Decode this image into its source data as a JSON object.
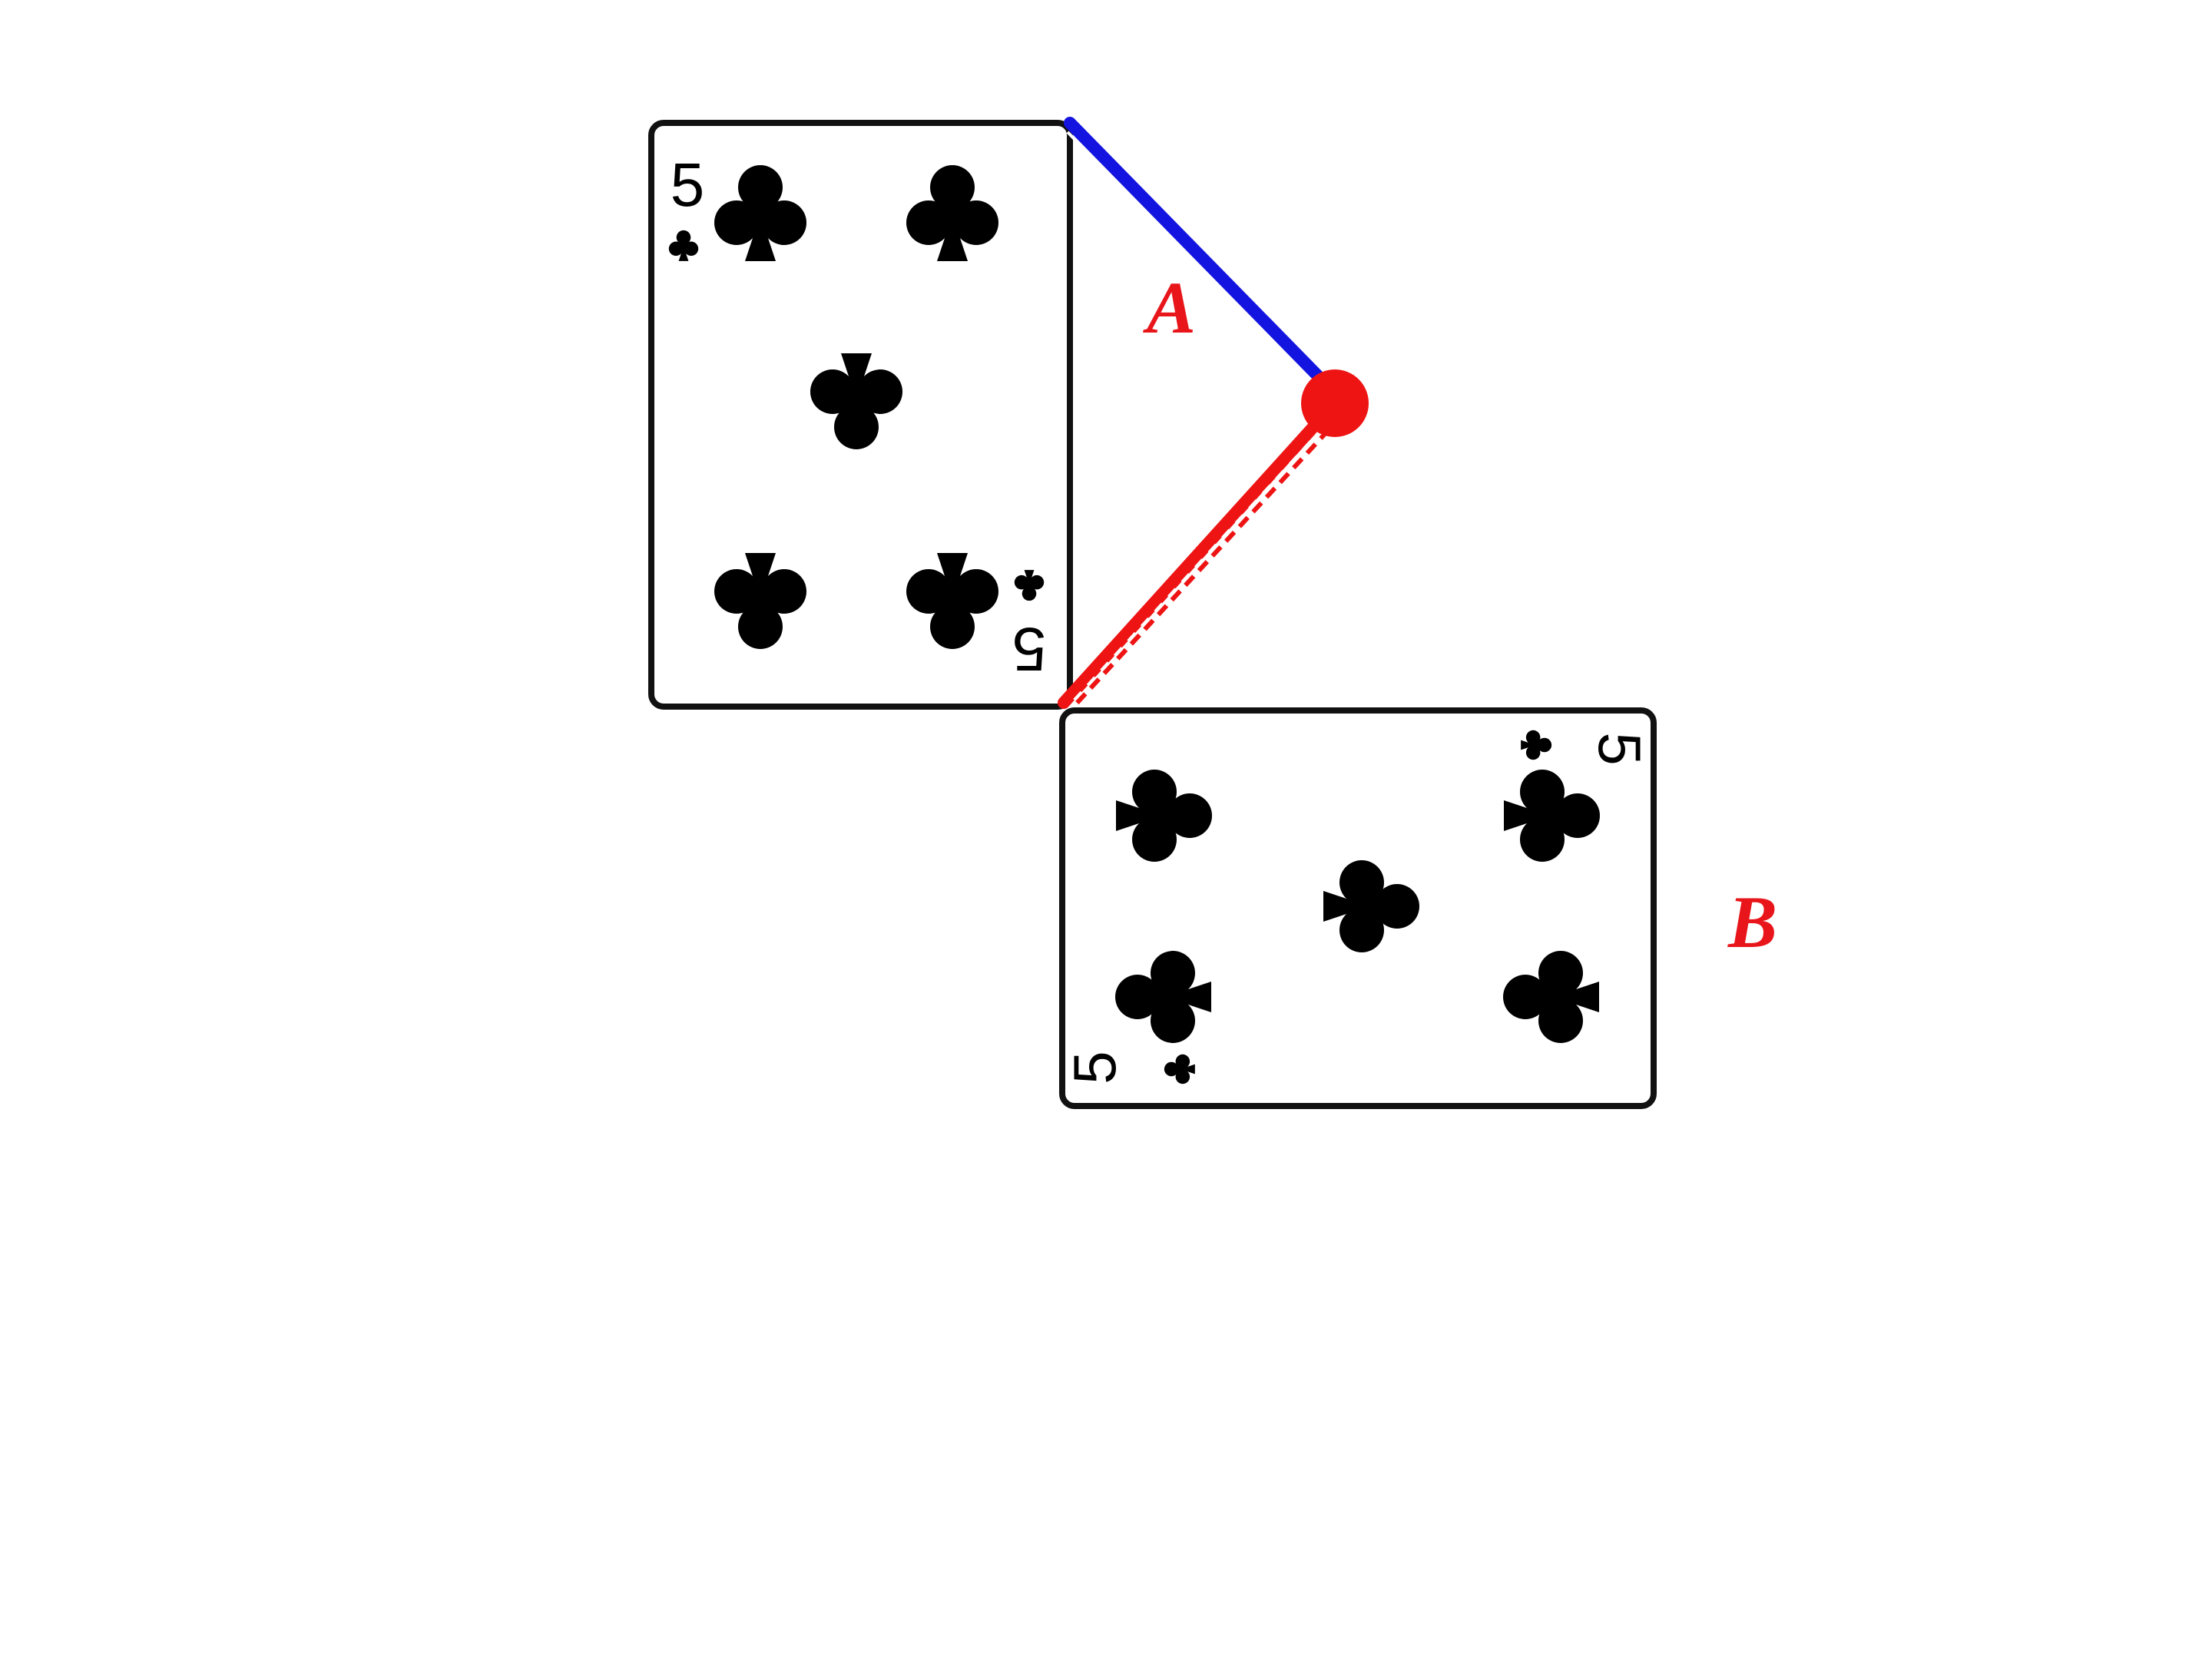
{
  "labels": {
    "a": "A",
    "b": "B"
  },
  "card_a": {
    "rank": "5",
    "suit_icon": "club-icon"
  },
  "card_b": {
    "rank": "5",
    "suit_icon": "club-icon"
  },
  "colors": {
    "label": "#e8161b",
    "blue_segment": "#1414e0",
    "red_segment": "#ee1414",
    "pivot": "#ee1414",
    "card_border": "#111111",
    "pip": "#000000"
  }
}
